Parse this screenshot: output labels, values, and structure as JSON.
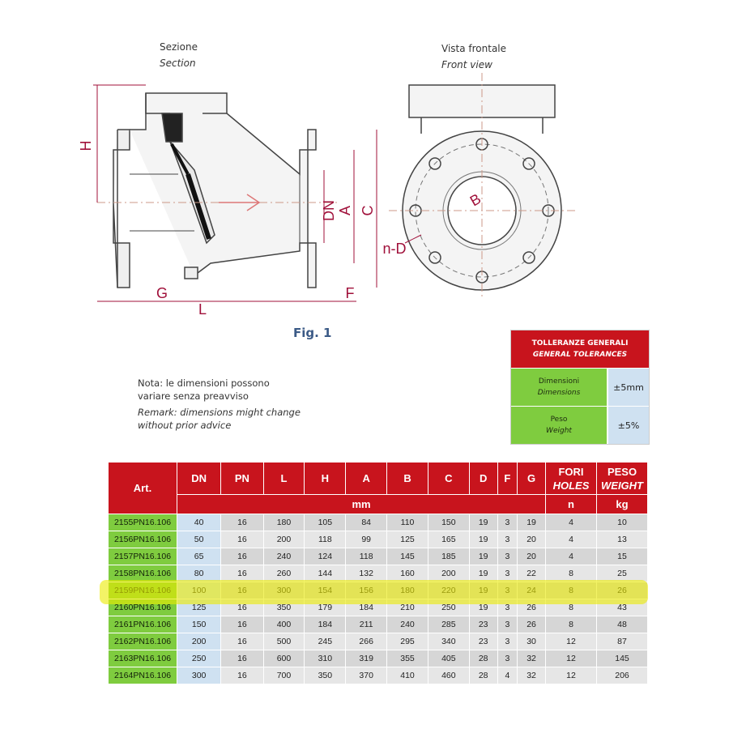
{
  "figure": {
    "section_it": "Sezione",
    "section_en": "Section",
    "front_it": "Vista frontale",
    "front_en": "Front view",
    "caption": "Fig. 1",
    "dim_labels": {
      "H": "H",
      "DN": "DN",
      "A": "A",
      "C": "C",
      "G": "G",
      "L": "L",
      "F": "F",
      "B": "B",
      "nD": "n-D"
    }
  },
  "note": {
    "it_line1": "Nota: le dimensioni possono",
    "it_line2": "variare senza preavviso",
    "en_line1": "Remark: dimensions might change",
    "en_line2": "without prior advice"
  },
  "tolerances": {
    "title_it": "TOLLERANZE GENERALI",
    "title_en": "GENERAL TOLERANCES",
    "rows": [
      {
        "label_it": "Dimensioni",
        "label_en": "Dimensions",
        "value": "±5mm"
      },
      {
        "label_it": "Peso",
        "label_en": "Weight",
        "value": "±5%"
      }
    ]
  },
  "table": {
    "headers": {
      "art": "Art.",
      "dn": "DN",
      "pn": "PN",
      "l": "L",
      "h": "H",
      "a": "A",
      "b": "B",
      "c": "C",
      "d": "D",
      "f": "F",
      "g": "G",
      "fori": "FORI",
      "holes": "HOLES",
      "peso": "PESO",
      "weight": "WEIGHT"
    },
    "units": {
      "mm": "mm",
      "n": "n",
      "kg": "kg"
    },
    "rows": [
      [
        "2155PN16.106",
        "40",
        "16",
        "180",
        "105",
        "84",
        "110",
        "150",
        "19",
        "3",
        "19",
        "4",
        "10"
      ],
      [
        "2156PN16.106",
        "50",
        "16",
        "200",
        "118",
        "99",
        "125",
        "165",
        "19",
        "3",
        "20",
        "4",
        "13"
      ],
      [
        "2157PN16.106",
        "65",
        "16",
        "240",
        "124",
        "118",
        "145",
        "185",
        "19",
        "3",
        "20",
        "4",
        "15"
      ],
      [
        "2158PN16.106",
        "80",
        "16",
        "260",
        "144",
        "132",
        "160",
        "200",
        "19",
        "3",
        "22",
        "8",
        "25"
      ],
      [
        "2159PN16.106",
        "100",
        "16",
        "300",
        "154",
        "156",
        "180",
        "220",
        "19",
        "3",
        "24",
        "8",
        "26"
      ],
      [
        "2160PN16.106",
        "125",
        "16",
        "350",
        "179",
        "184",
        "210",
        "250",
        "19",
        "3",
        "26",
        "8",
        "43"
      ],
      [
        "2161PN16.106",
        "150",
        "16",
        "400",
        "184",
        "211",
        "240",
        "285",
        "23",
        "3",
        "26",
        "8",
        "48"
      ],
      [
        "2162PN16.106",
        "200",
        "16",
        "500",
        "245",
        "266",
        "295",
        "340",
        "23",
        "3",
        "30",
        "12",
        "87"
      ],
      [
        "2163PN16.106",
        "250",
        "16",
        "600",
        "310",
        "319",
        "355",
        "405",
        "28",
        "3",
        "32",
        "12",
        "145"
      ],
      [
        "2164PN16.106",
        "300",
        "16",
        "700",
        "350",
        "370",
        "410",
        "460",
        "28",
        "4",
        "32",
        "12",
        "206"
      ]
    ],
    "highlighted_row": 4
  },
  "colors": {
    "header_red": "#c8141d",
    "art_green": "#7fcc3f",
    "dn_blue": "#cfe1f1",
    "dim_line": "#a0103a",
    "highlight": "#ebeb00"
  }
}
